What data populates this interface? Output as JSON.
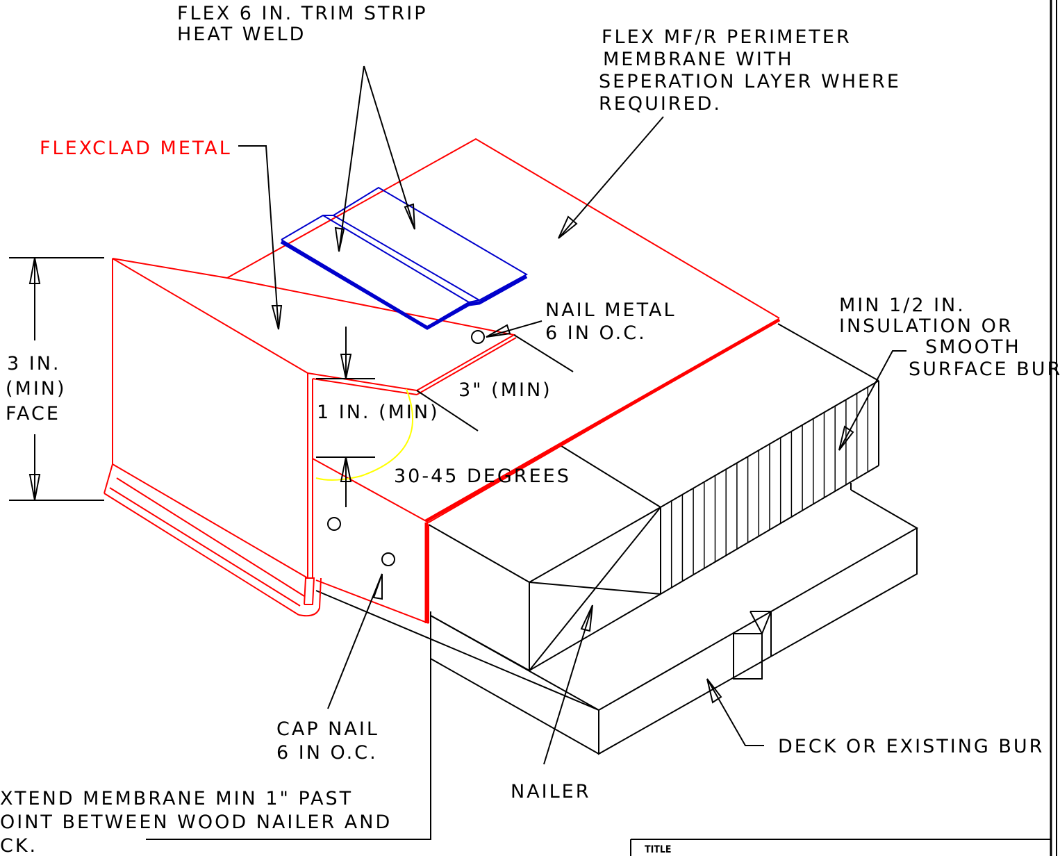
{
  "colors": {
    "line": "#000000",
    "metal": "#ff0000",
    "trim_strip": "#0000cc",
    "angle_arc": "#ffff00",
    "background": "#ffffff"
  },
  "labels": {
    "trim_strip_1": "FLEX 6 IN. TRIM STRIP",
    "trim_strip_2": "HEAT WELD",
    "perimeter_1": "FLEX MF/R PERIMETER",
    "perimeter_2": "MEMBRANE WITH",
    "perimeter_3": "SEPERATION LAYER WHERE",
    "perimeter_4": "REQUIRED.",
    "flexclad_metal": "FLEXCLAD METAL",
    "nail_metal_1": "NAIL METAL",
    "nail_metal_2": "6 IN O.C.",
    "three_in_min": "3\" (MIN)",
    "one_in_min": "1 IN. (MIN)",
    "face_1": "3 IN.",
    "face_2": "(MIN)",
    "face_3": "FACE",
    "degrees": "30-45 DEGREES",
    "insulation_1": "MIN 1/2 IN.",
    "insulation_2": "INSULATION OR",
    "insulation_3": "SMOOTH",
    "insulation_4": "SURFACE BUR",
    "cap_nail_1": "CAP NAIL",
    "cap_nail_2": "6 IN O.C.",
    "nailer": "NAILER",
    "deck": "DECK OR EXISTING BUR",
    "extend_1": "XTEND MEMBRANE MIN 1\" PAST",
    "extend_2": "OINT BETWEEN WOOD NAILER AND",
    "extend_3": "CK."
  },
  "title_block": {
    "title_label": "TITLE"
  }
}
